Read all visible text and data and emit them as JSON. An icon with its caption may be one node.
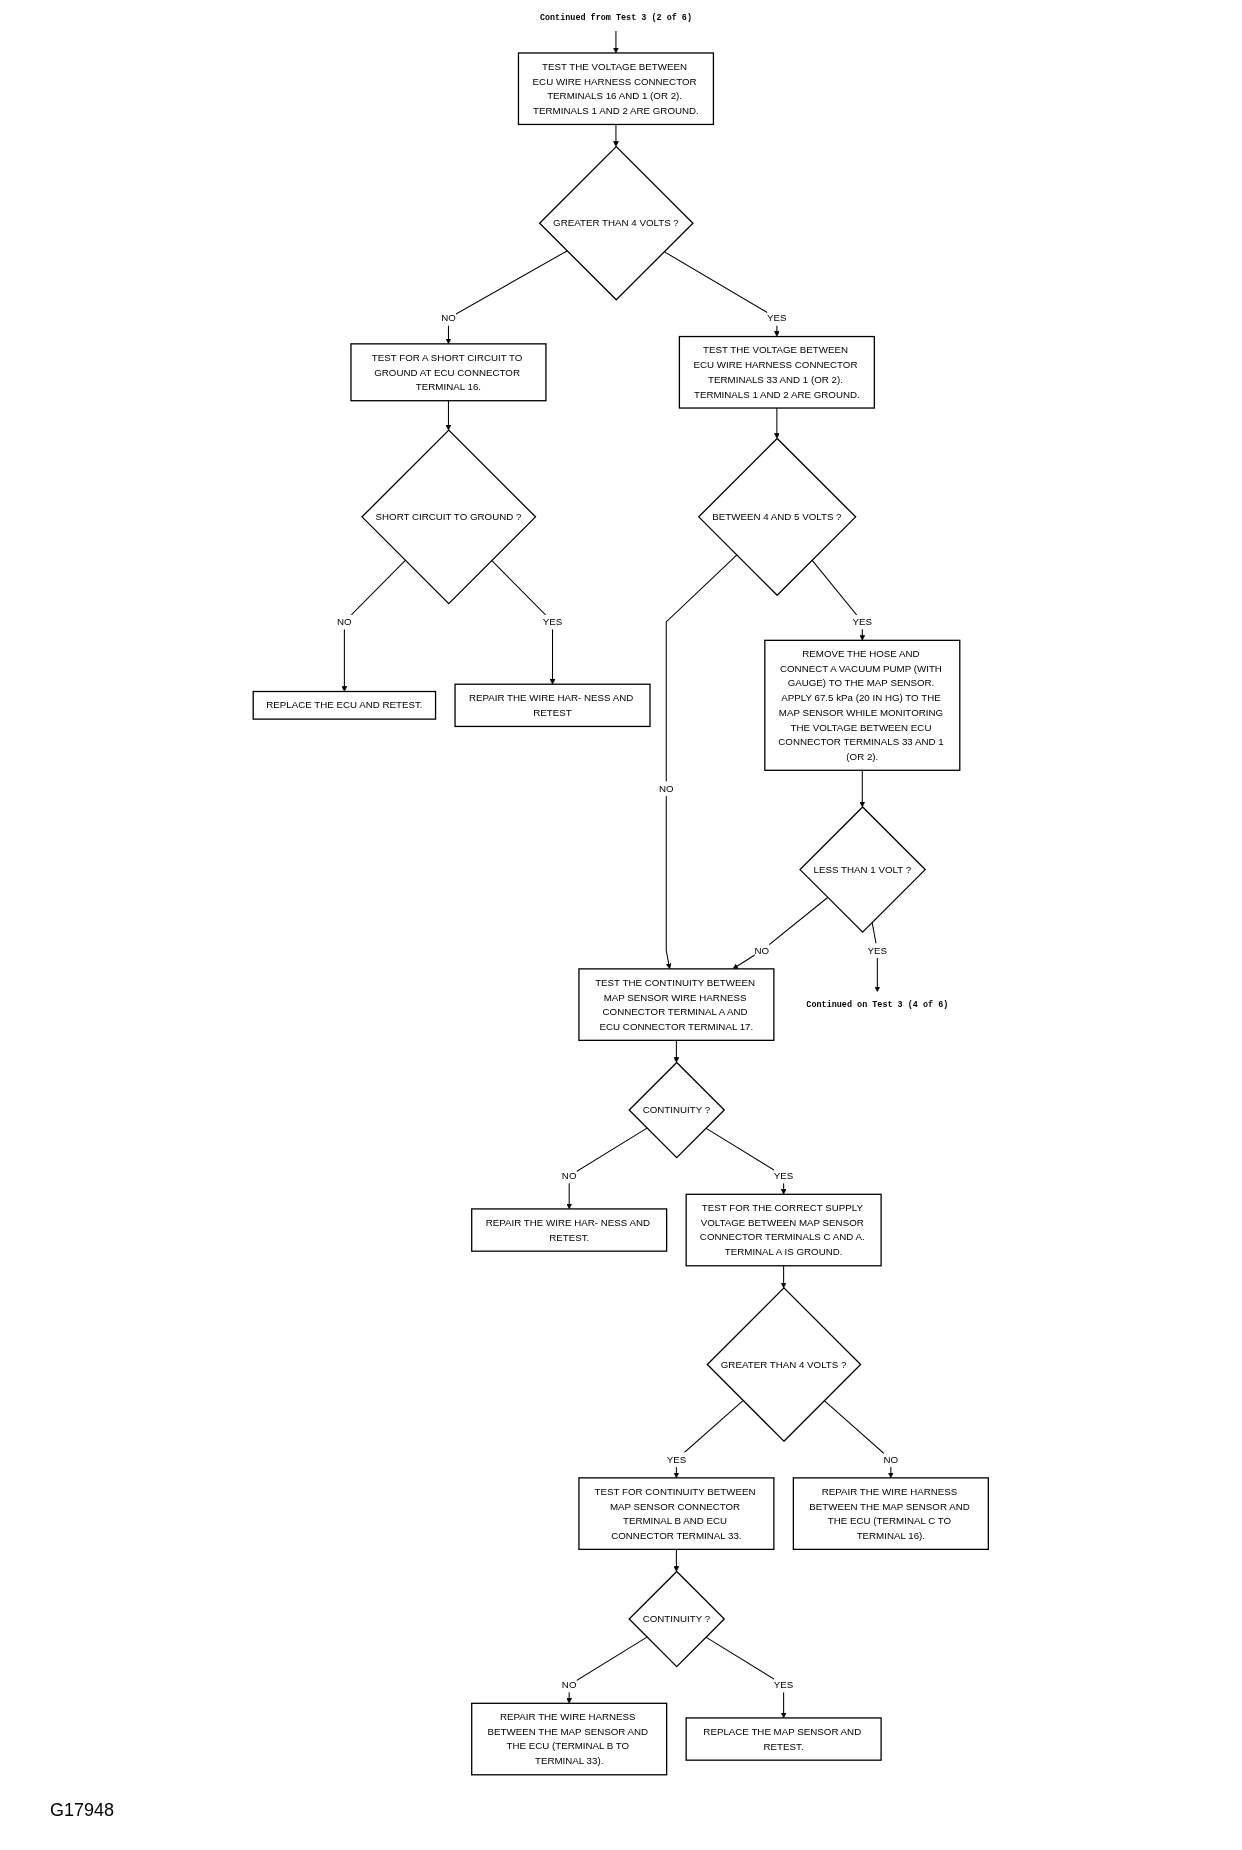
{
  "diagram": {
    "nodes": [
      {
        "text": [
          "Continued from Test 3 (2 of 6)"
        ]
      },
      {
        "text": [
          "TEST THE VOLTAGE BETWEEN ECU WIRE HARNESS CONNECTOR TERMINALS 16 AND 1 (OR 2). TERMINALS 1 AND 2 ARE GROUND."
        ]
      },
      {
        "text": [
          "GREATER THAN 4 VOLTS ?"
        ]
      },
      {
        "text": [
          "TEST FOR A SHORT CIRCUIT TO GROUND AT ECU CONNECTOR TERMINAL 16."
        ]
      },
      {
        "text": [
          "SHORT CIRCUIT TO GROUND ?"
        ]
      },
      {
        "text": [
          "REPLACE THE ECU AND RETEST."
        ]
      },
      {
        "text": [
          "REPAIR THE WIRE HAR- NESS AND RETEST"
        ]
      },
      {
        "text": [
          "TEST THE VOLTAGE BETWEEN ECU WIRE HARNESS CONNECTOR TERMINALS 33 AND 1 (OR 2). TERMINALS 1 AND 2 ARE GROUND."
        ]
      },
      {
        "text": [
          "REMOVE THE HOSE AND CONNECT A VACUUM PUMP (WITH GAUGE) TO THE MAP SENSOR. APPLY 67.5 kPa (20 IN HG) TO THE MAP SENSOR WHILE MONITORING THE VOLTAGE BETWEEN ECU CONNECTOR TERMINALS 33 AND 1 (OR 2)."
        ]
      },
      {
        "text": [
          "BETWEEN 4 AND 5 VOLTS ?"
        ]
      },
      {
        "text": [
          "TEST THE CONTINUITY BETWEEN MAP SENSOR WIRE HARNESS CONNECTOR TERMINAL A AND ECU CONNECTOR TERMINAL 17."
        ]
      },
      {
        "text": [
          "LESS THAN 1 VOLT ?"
        ]
      },
      {
        "text": [
          "TEST FOR CONTINUITY BETWEEN MAP SENSOR CONNECTOR TERMINAL B AND ECU CONNECTOR TERMINAL 33."
        ]
      },
      {
        "text": [
          "CONTINUITY ?"
        ]
      },
      {
        "text": [
          "REPAIR THE WIRE HAR- NESS AND RETEST."
        ]
      },
      {
        "text": [
          "TEST FOR THE CORRECT SUPPLY VOLTAGE BETWEEN MAP SENSOR CONNECTOR TERMINALS C AND A. TERMINAL A IS GROUND."
        ]
      },
      {
        "text": [
          "REPAIR THE WIRE HARNESS BETWEEN THE MAP SENSOR AND THE ECU (TERMINAL B TO TERMINAL 33)."
        ]
      },
      {
        "text": [
          "CONTINUITY ?"
        ]
      },
      {
        "text": [
          "GREATER THAN 4 VOLTS ?"
        ]
      },
      {
        "text": [
          "REPAIR THE WIRE HARNESS BETWEEN THE MAP SENSOR AND THE ECU (TERMINAL C TO TERMINAL 16)."
        ]
      },
      {
        "text": [
          "REPLACE THE MAP SENSOR AND RETEST."
        ]
      },
      {
        "text": [
          "Continued on Test 3 (4 of 6)"
        ]
      }
    ],
    "edges": [
      {
        "from": 0,
        "to": 1,
        "arrow": "to"
      },
      {
        "from": 1,
        "to": 2,
        "arrow": "to"
      },
      {
        "from": 2,
        "to": 7,
        "arrow": "to",
        "label": "YES"
      },
      {
        "from": 2,
        "to": 3,
        "arrow": "to",
        "label": "NO"
      },
      {
        "from": 3,
        "to": 4,
        "arrow": "to"
      },
      {
        "from": 4,
        "to": 5,
        "arrow": "to",
        "label": "NO"
      },
      {
        "from": 4,
        "to": 6,
        "arrow": "to",
        "label": "YES"
      },
      {
        "from": 7,
        "to": 9,
        "arrow": "to"
      },
      {
        "from": 9,
        "to": 8,
        "arrow": "to",
        "label": "YES"
      },
      {
        "from": 9,
        "to": 10,
        "arrow": "to",
        "label": "NO"
      },
      {
        "from": 8,
        "to": 11,
        "arrow": "to"
      },
      {
        "from": 11,
        "to": 21,
        "arrow": "to",
        "label": "YES"
      },
      {
        "from": 11,
        "to": 10,
        "arrow": "to",
        "label": "NO"
      },
      {
        "from": 10,
        "to": 13,
        "arrow": "to"
      },
      {
        "from": 13,
        "to": 14,
        "arrow": "to",
        "label": "NO"
      },
      {
        "from": 13,
        "to": 15,
        "arrow": "to",
        "label": "YES"
      },
      {
        "from": 15,
        "to": 18,
        "arrow": "to"
      },
      {
        "from": 18,
        "to": 12,
        "arrow": "to",
        "label": "YES"
      },
      {
        "from": 18,
        "to": 19,
        "arrow": "to",
        "label": "NO"
      },
      {
        "from": 12,
        "to": 17,
        "arrow": "to"
      },
      {
        "from": 17,
        "to": 16,
        "arrow": "to",
        "label": "NO"
      },
      {
        "from": 17,
        "to": 20,
        "arrow": "to",
        "label": "YES"
      }
    ],
    "labels": [
      "G17948"
    ]
  }
}
